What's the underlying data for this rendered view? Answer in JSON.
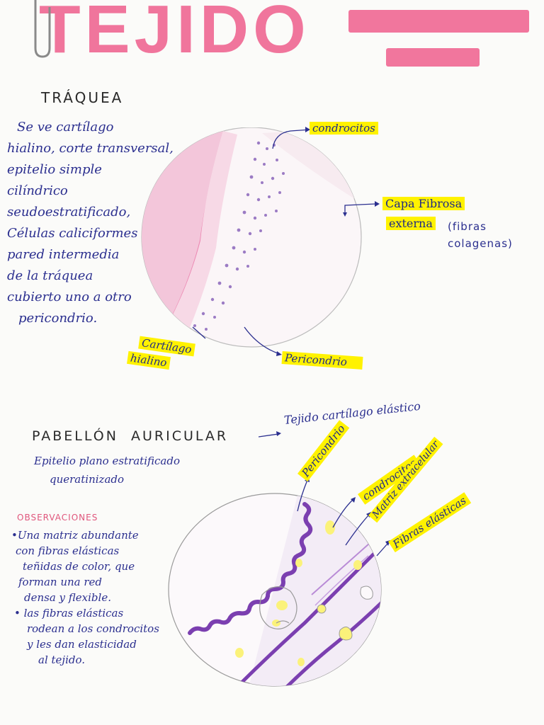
{
  "title": "TEJIDO",
  "colors": {
    "title_pink": "#f06a95",
    "pen_blue": "#2b2f8f",
    "highlight": "#fff200",
    "cartilage_pink": "#e8609a",
    "chondrocyte_purple": "#9b7bc4",
    "elastic_purple": "#7b3fb0"
  },
  "traquea": {
    "heading": "TRÁQUEA",
    "description": [
      "Se ve cartílago",
      "hialino, corte transversal,",
      "epitelio simple",
      "cilíndrico",
      "seudoestratificado,",
      "Células caliciformes",
      "pared intermedia",
      "de la tráquea",
      "cubierto uno a otro",
      "pericondrio."
    ],
    "labels": {
      "condrocitos": "condrocitos",
      "capa_fibrosa": "Capa Fibrosa",
      "externa": "externa",
      "fibras_colagenas": "(fibras colagenas)",
      "cartilago": "Cartílago",
      "hialino": "hialino",
      "pericondrio": "Pericondrio"
    }
  },
  "pabellon": {
    "heading": "PABELLÓN  AURICULAR",
    "tejido": "Tejido cartílago elástico",
    "epitelio": [
      "Epitelio plano estratificado",
      "queratinizado"
    ],
    "labels": {
      "pericondrio": "Pericondrio",
      "condrocitos": "condrocitos",
      "matriz": "Matriz extracelular",
      "fibras": "Fibras elásticas"
    }
  },
  "observaciones": {
    "heading": "OBSERVACIONES",
    "lines": [
      "•Una matriz abundante",
      "con fibras elásticas",
      "teñidas de color, que",
      "forman una red",
      "densa y flexible.",
      "• las fibras elásticas",
      "rodean a los condrocitos",
      "y les dan elasticidad",
      "al tejido."
    ]
  }
}
